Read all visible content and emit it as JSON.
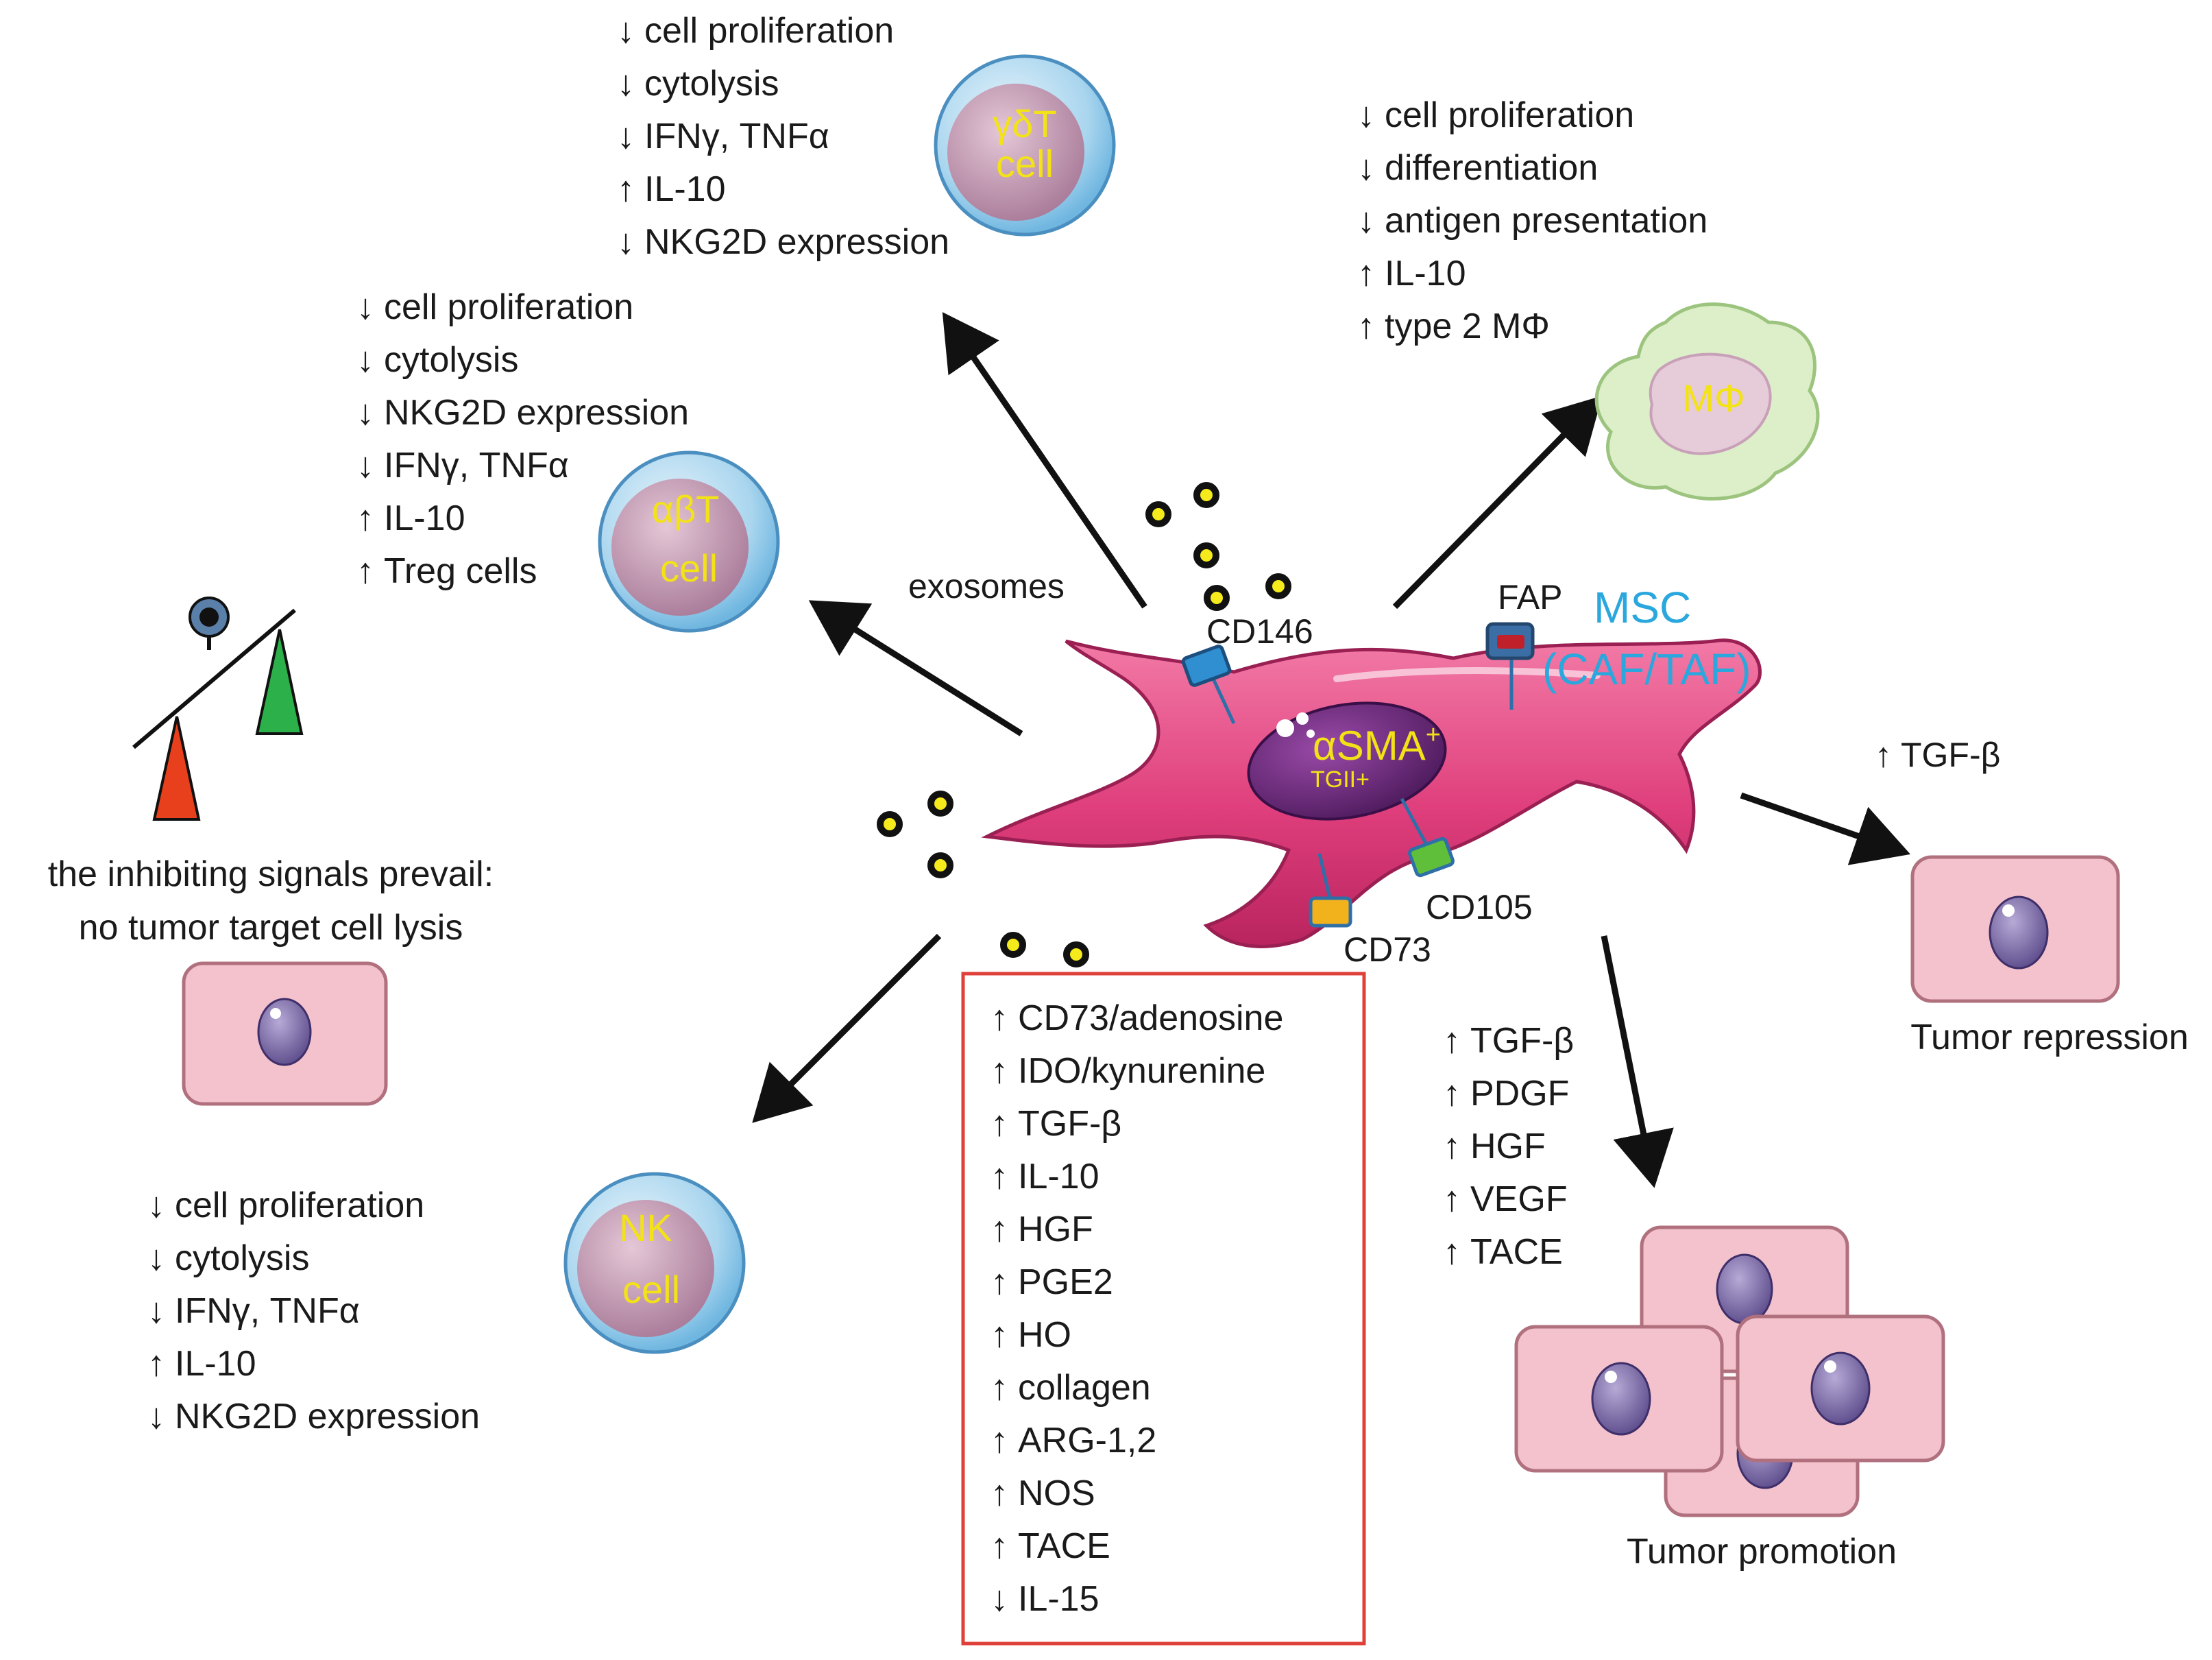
{
  "colors": {
    "text": "#1a1a1a",
    "arrow": "#111111",
    "cell_label": "#f3e316",
    "msc_label": "#2aa7dd",
    "stroma_fill": "#e0467f",
    "stroma_dark": "#b02a60",
    "nucleus": "#6a2a7a",
    "exosome_fill": "#f5eb1c",
    "box_border": "#e0403a",
    "tumor_fill": "#f4c2cc",
    "tumor_nucleus": "#7a6aa6",
    "lymph_fill": "#bfe0f2",
    "lymph_core": "#c8a1b8",
    "macrophage_fill": "#dcefc9",
    "cd146_receptor": "#2f8fd0",
    "fap_receptor": "#c0202a",
    "cd105_receptor": "#5fbf3a",
    "cd73_receptor": "#f2b21c",
    "scale_red": "#e8401c",
    "scale_green": "#2bb04a"
  },
  "gd_t_cell": {
    "label_line1": "γδT",
    "label_line2": "cell",
    "effects": [
      {
        "dir": "↓",
        "text": "cell proliferation"
      },
      {
        "dir": "↓",
        "text": "cytolysis"
      },
      {
        "dir": "↓",
        "text": "IFNγ, TNFα"
      },
      {
        "dir": "↑",
        "text": "IL-10"
      },
      {
        "dir": "↓",
        "text": "NKG2D expression"
      }
    ]
  },
  "ab_t_cell": {
    "label_line1": "αβT",
    "label_line2": "cell",
    "effects": [
      {
        "dir": "↓",
        "text": "cell proliferation"
      },
      {
        "dir": "↓",
        "text": "cytolysis"
      },
      {
        "dir": "↓",
        "text": "NKG2D expression"
      },
      {
        "dir": "↓",
        "text": "IFNγ, TNFα"
      },
      {
        "dir": "↑",
        "text": "IL-10"
      },
      {
        "dir": "↑",
        "text": "Treg cells"
      }
    ]
  },
  "macrophage": {
    "label": "MΦ",
    "effects": [
      {
        "dir": "↓",
        "text": "cell proliferation"
      },
      {
        "dir": "↓",
        "text": "differentiation"
      },
      {
        "dir": "↓",
        "text": "antigen presentation"
      },
      {
        "dir": "↑",
        "text": "IL-10"
      },
      {
        "dir": "↑",
        "text": "type 2 MΦ"
      }
    ]
  },
  "nk_cell": {
    "label_line1": "NK",
    "label_line2": "cell",
    "effects": [
      {
        "dir": "↓",
        "text": "cell proliferation"
      },
      {
        "dir": "↓",
        "text": "cytolysis"
      },
      {
        "dir": "↓",
        "text": "IFNγ, TNFα"
      },
      {
        "dir": "↑",
        "text": "IL-10"
      },
      {
        "dir": "↓",
        "text": "NKG2D expression"
      }
    ]
  },
  "msc": {
    "name": "MSC",
    "subtype": "(CAF/TAF)",
    "marker_main": "αSMA",
    "marker_sup": "+",
    "marker_sub": "TGII+",
    "markers": {
      "cd146": "CD146",
      "fap": "FAP",
      "cd105": "CD105",
      "cd73": "CD73"
    },
    "exosomes_label": "exosomes"
  },
  "inhibition": {
    "line1": "the inhibiting signals prevail:",
    "line2": "no  tumor target cell  lysis"
  },
  "secreted_factors": [
    {
      "dir": "↑",
      "text": "CD73/adenosine"
    },
    {
      "dir": "↑",
      "text": "IDO/kynurenine"
    },
    {
      "dir": "↑",
      "text": "TGF-β"
    },
    {
      "dir": "↑",
      "text": "IL-10"
    },
    {
      "dir": "↑",
      "text": "HGF"
    },
    {
      "dir": "↑",
      "text": "PGE2"
    },
    {
      "dir": "↑",
      "text": "HO"
    },
    {
      "dir": "↑",
      "text": "collagen"
    },
    {
      "dir": "↑",
      "text": "ARG-1,2"
    },
    {
      "dir": "↑",
      "text": "NOS"
    },
    {
      "dir": "↑",
      "text": "TACE"
    },
    {
      "dir": "↓",
      "text": "IL-15"
    }
  ],
  "tumor_repression": {
    "factor": {
      "dir": "↑",
      "text": "TGF-β"
    },
    "label": "Tumor repression"
  },
  "tumor_promotion": {
    "factors": [
      {
        "dir": "↑",
        "text": "TGF-β"
      },
      {
        "dir": "↑",
        "text": "PDGF"
      },
      {
        "dir": "↑",
        "text": "HGF"
      },
      {
        "dir": "↑",
        "text": "VEGF"
      },
      {
        "dir": "↑",
        "text": "TACE"
      }
    ],
    "label": "Tumor promotion"
  }
}
